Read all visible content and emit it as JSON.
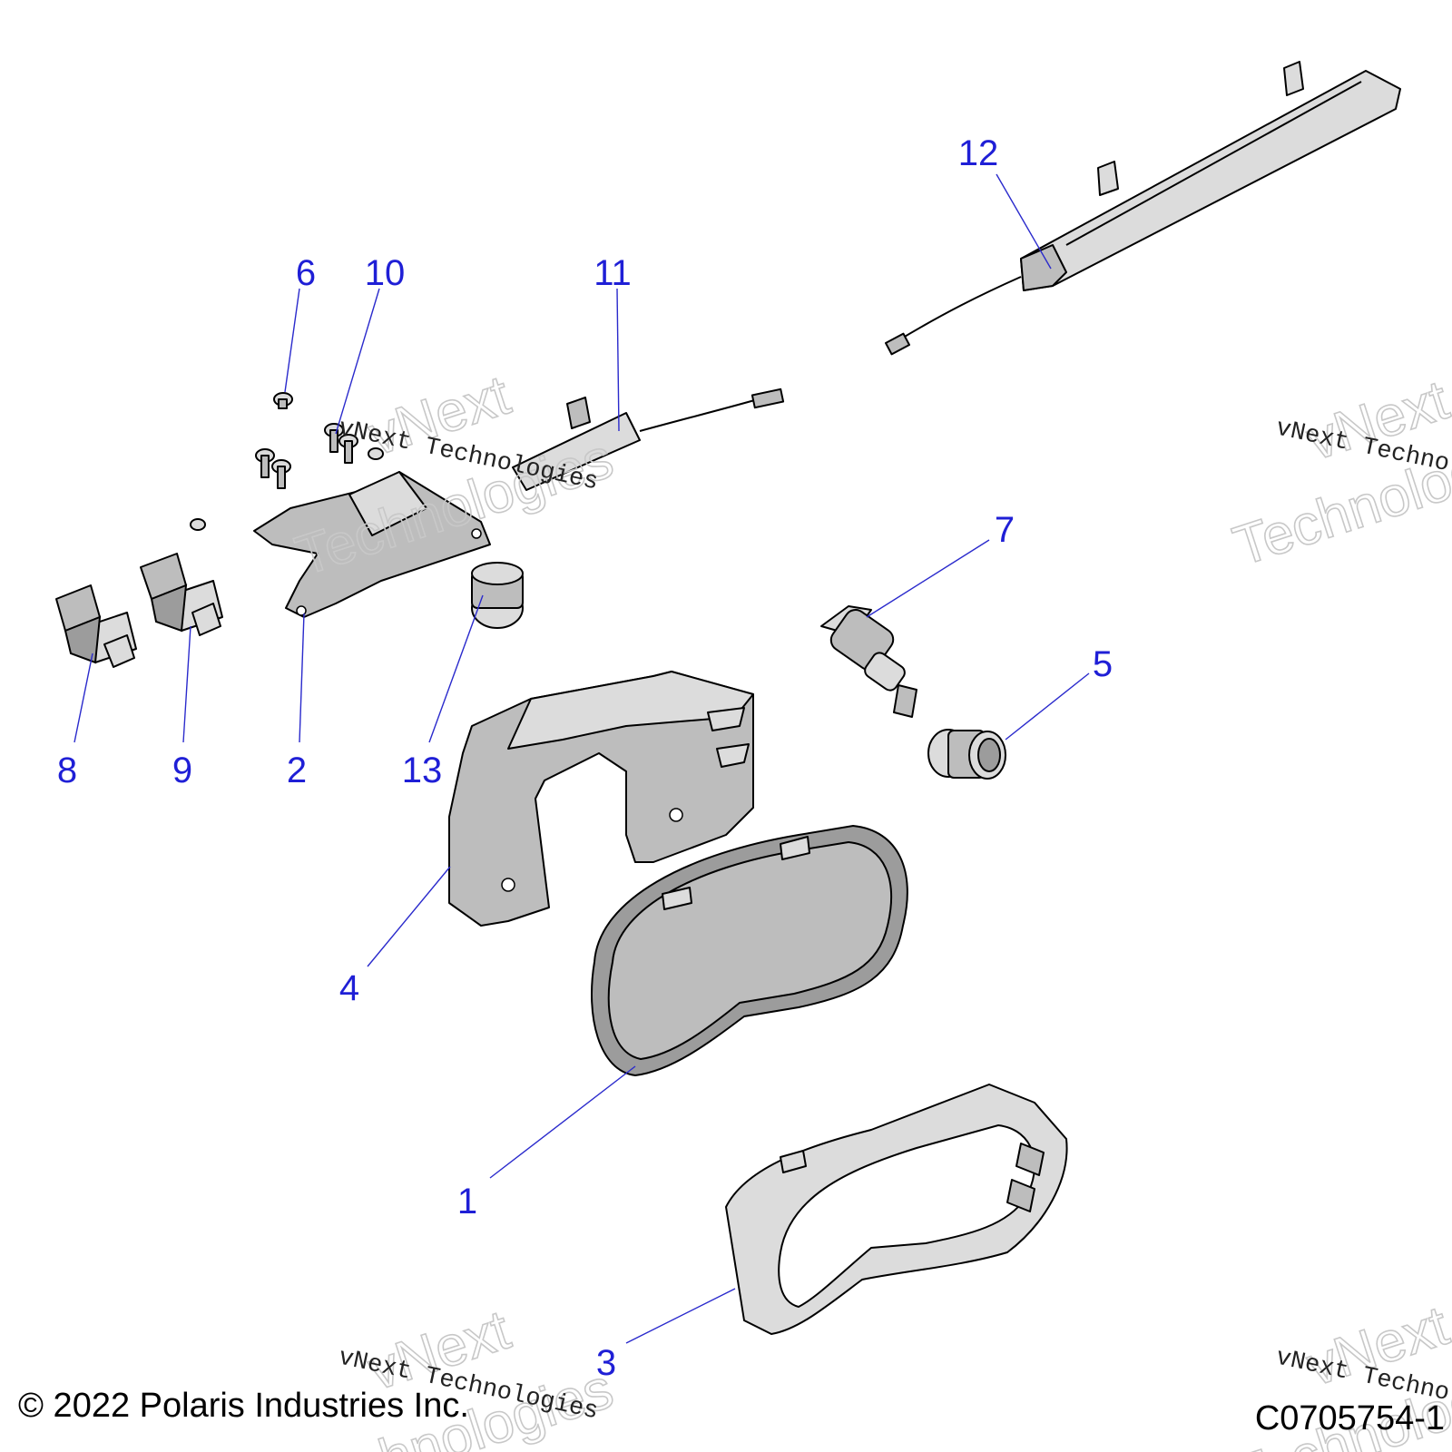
{
  "callouts": {
    "c1": "1",
    "c2": "2",
    "c3": "3",
    "c4": "4",
    "c5": "5",
    "c6": "6",
    "c7": "7",
    "c8": "8",
    "c9": "9",
    "c10": "10",
    "c11": "11",
    "c12": "12",
    "c13": "13"
  },
  "watermark": {
    "line1": "vNext",
    "line2": "Technologies",
    "small": "vNext Technologies"
  },
  "footer": {
    "copyright": "© 2022 Polaris Industries Inc.",
    "drawing_number": "C0705754-1"
  },
  "colors": {
    "callout": "#1f1fd6",
    "part_fill": "#bdbdbd",
    "watermark": "#c8c8c8"
  }
}
